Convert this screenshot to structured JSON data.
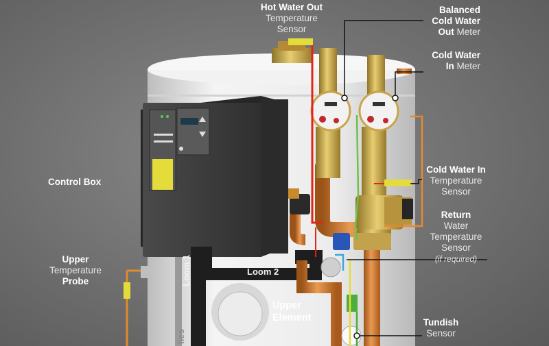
{
  "labels": {
    "hot_water_out": {
      "l1": "Hot Water Out",
      "l2": "Temperature",
      "l3": "Sensor"
    },
    "balanced_cold": {
      "l1": "Balanced",
      "l2": "Cold Water",
      "l3a": "Out",
      "l3b": " Meter"
    },
    "cold_water_in_meter": {
      "l1": "Cold Water",
      "l2a": "In",
      "l2b": " Meter"
    },
    "control_box": {
      "l1": "Control Box"
    },
    "cold_in_temp": {
      "l1": "Cold Water In",
      "l2": "Temperature",
      "l3": "Sensor"
    },
    "return_temp": {
      "l1": "Return",
      "l2": "Water",
      "l3": "Temperature",
      "l4": "Sensor",
      "l5": "(if required)"
    },
    "upper_probe": {
      "l1": "Upper",
      "l2": "Temperature",
      "l3": "Probe"
    },
    "upper_element": {
      "l1": "Upper",
      "l2": "Element"
    },
    "tundish": {
      "l1": "Tundish",
      "l2": "Sensor"
    },
    "loom1": "Loom 1",
    "loom2": "Loom 2",
    "supplies_fragment": "lies"
  },
  "colors": {
    "background": "#6f6f6f",
    "cylinder": "#e9e9e9",
    "control_box": "#3b3b3b",
    "copper_pipe": "#c8742b",
    "brass": "#c9a84a",
    "red_wire": "#e0251b",
    "green_wire": "#6cc24a",
    "blue_wire": "#3da5e0",
    "orange_wire": "#e58a2c",
    "yellow_panel": "#e4dc3a"
  }
}
